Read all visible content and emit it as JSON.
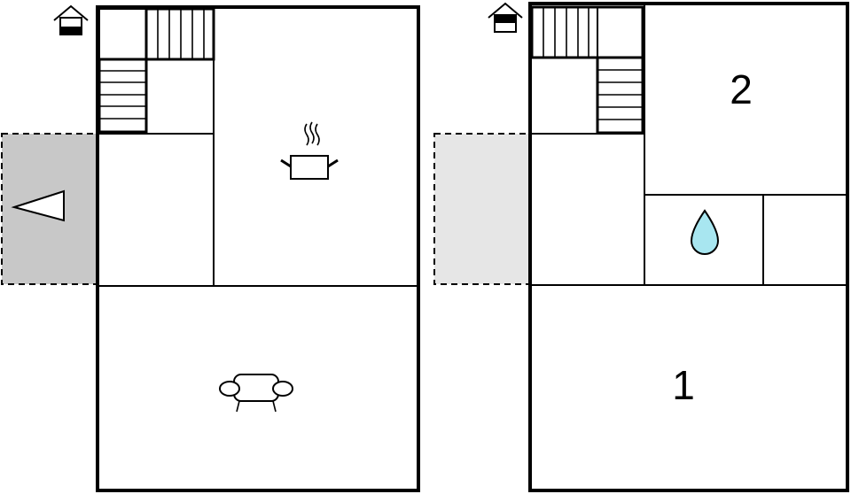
{
  "floors": [
    {
      "level_icon": "house-ground-floor-icon",
      "rooms": [
        {
          "type": "staircase",
          "icon": "stairs-icon"
        },
        {
          "type": "kitchen",
          "icon": "cooking-pot-icon"
        },
        {
          "type": "hallway"
        },
        {
          "type": "living-room",
          "icon": "sofa-icon"
        }
      ],
      "outdoor": {
        "type": "terrace",
        "icon": "entrance-arrow-icon",
        "fill": "#c8c8c8"
      }
    },
    {
      "level_icon": "house-upper-floor-icon",
      "rooms": [
        {
          "type": "staircase",
          "icon": "stairs-icon"
        },
        {
          "type": "bedroom",
          "label": "2"
        },
        {
          "type": "bathroom",
          "icon": "water-drop-icon"
        },
        {
          "type": "toilet"
        },
        {
          "type": "landing"
        },
        {
          "type": "bedroom",
          "label": "1"
        }
      ],
      "outdoor": {
        "type": "balcony",
        "fill": "#e6e6e6"
      }
    }
  ],
  "colors": {
    "wall": "#000000",
    "water": "#a8e6f0"
  }
}
